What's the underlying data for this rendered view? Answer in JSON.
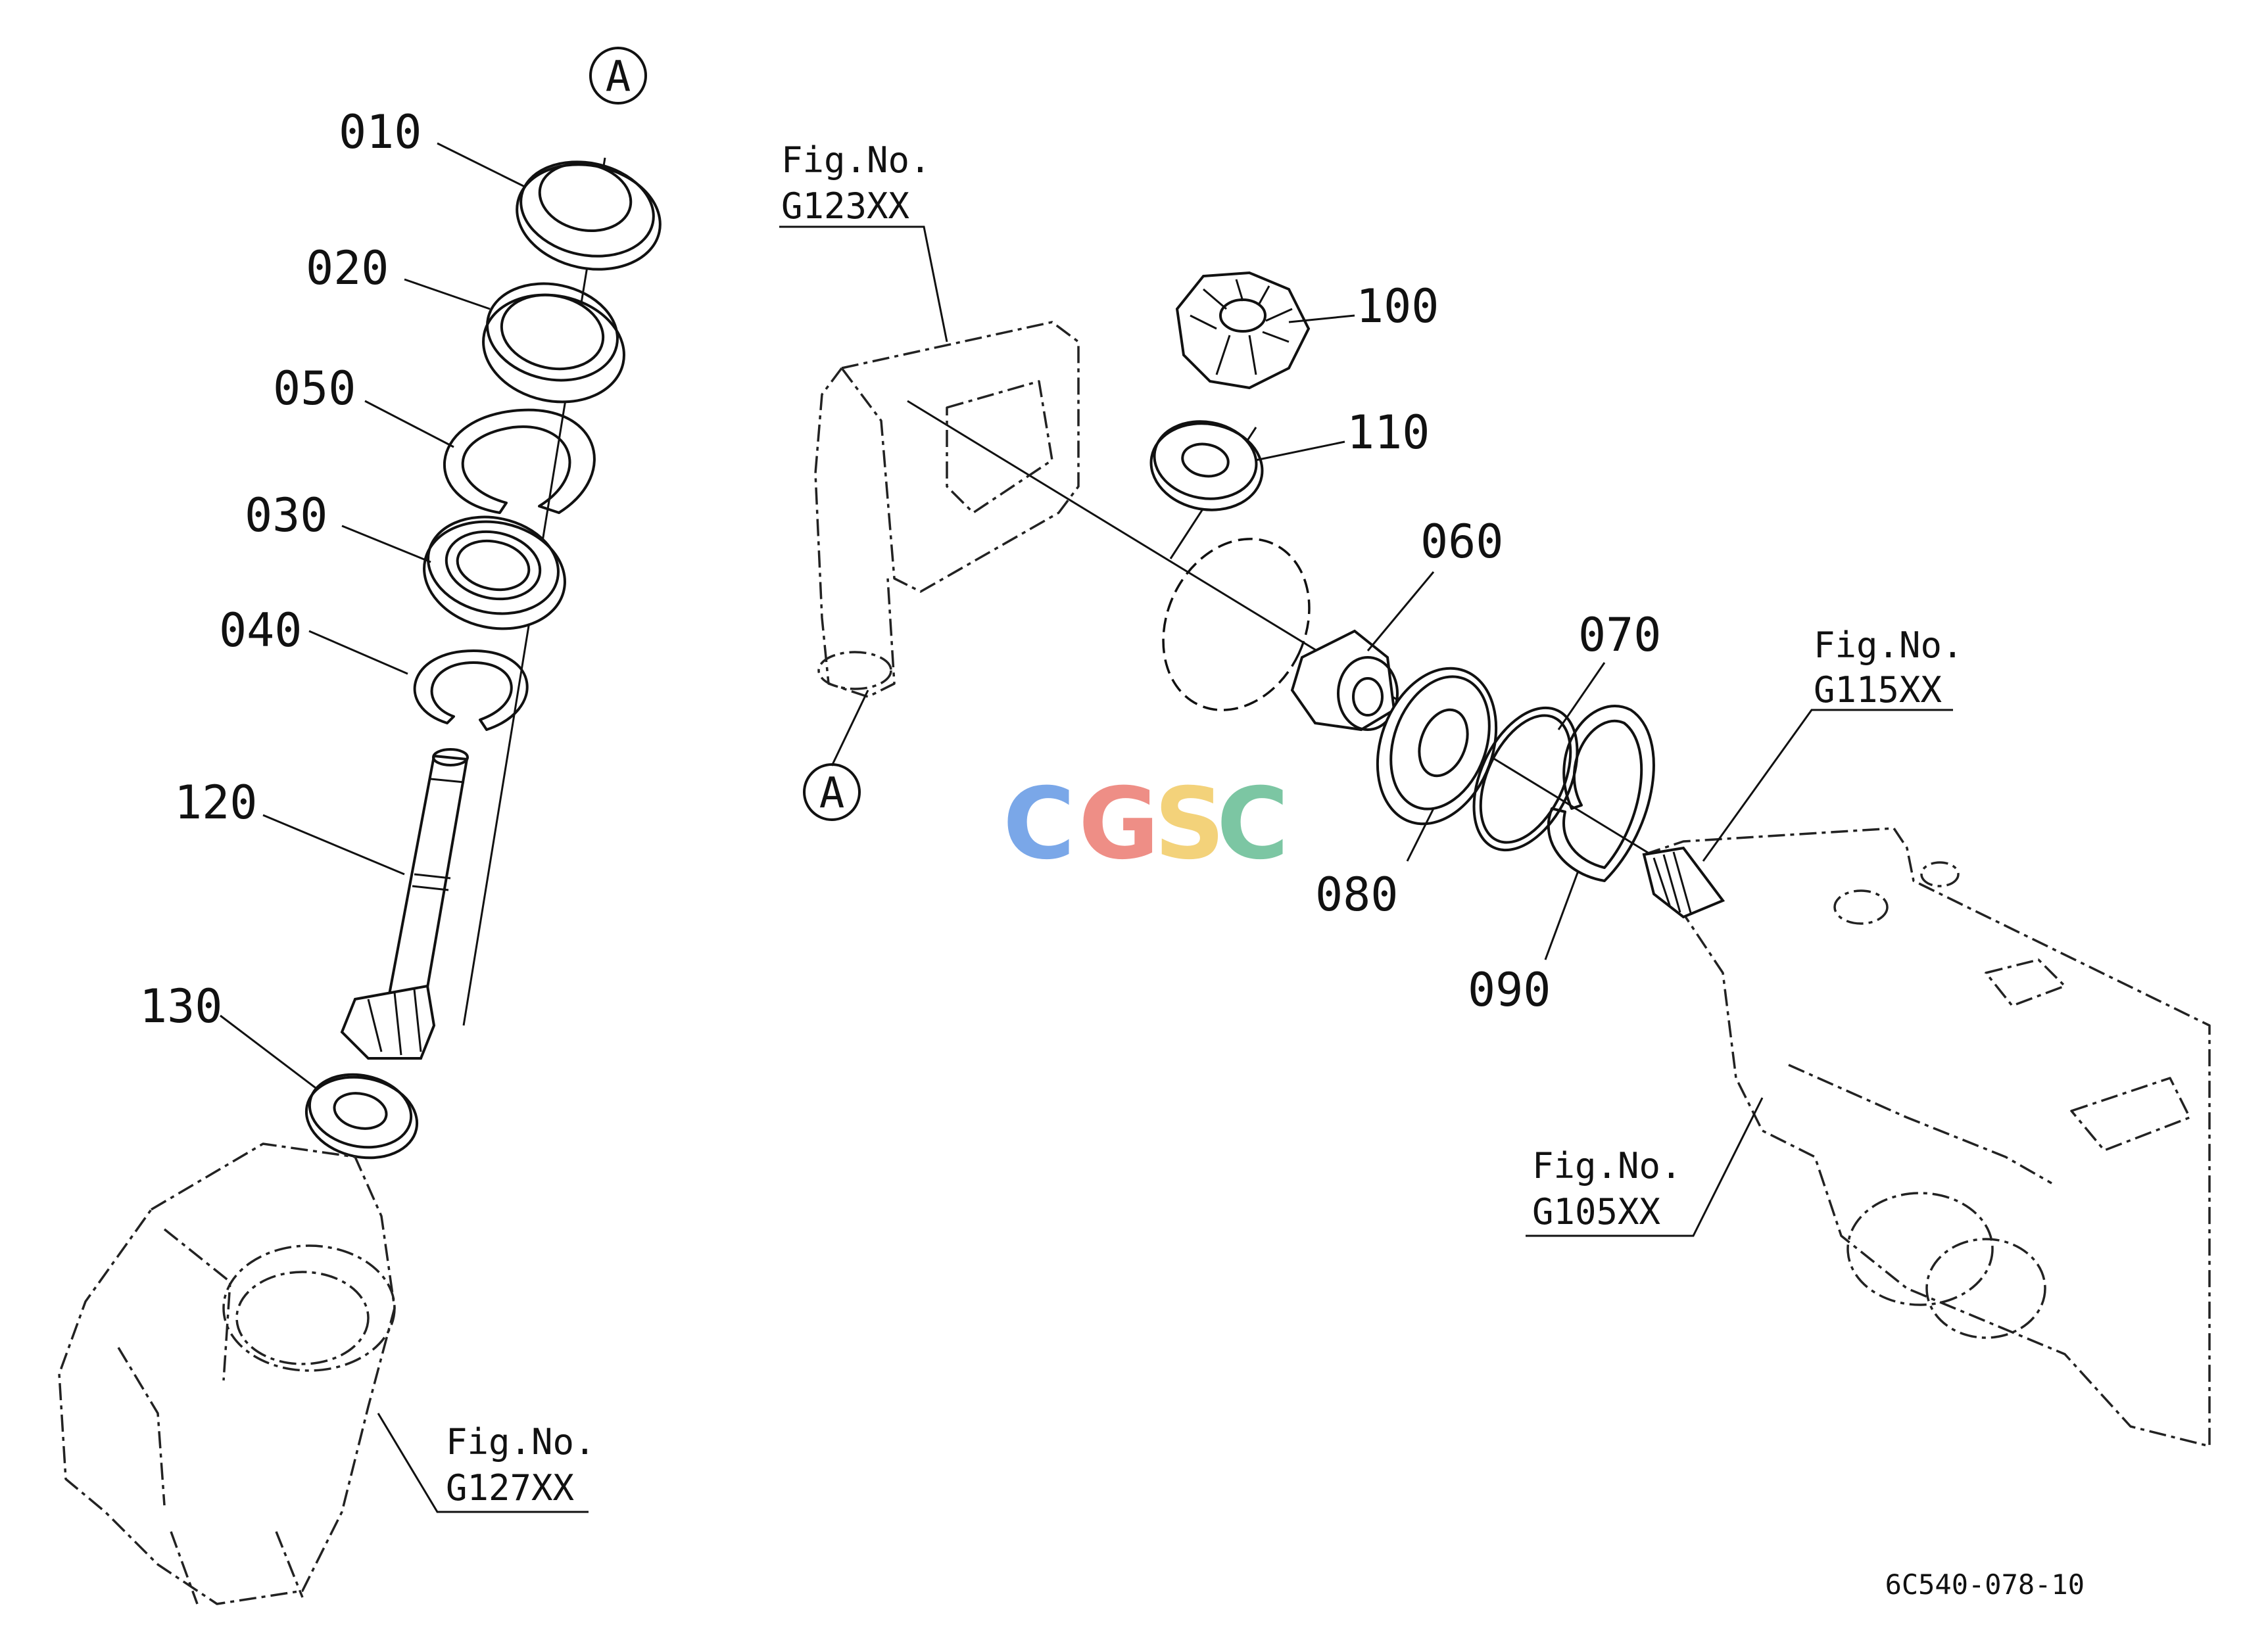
{
  "parts": [
    {
      "id": "010",
      "label": "010"
    },
    {
      "id": "020",
      "label": "020"
    },
    {
      "id": "030",
      "label": "030"
    },
    {
      "id": "040",
      "label": "040"
    },
    {
      "id": "050",
      "label": "050"
    },
    {
      "id": "060",
      "label": "060"
    },
    {
      "id": "070",
      "label": "070"
    },
    {
      "id": "080",
      "label": "080"
    },
    {
      "id": "090",
      "label": "090"
    },
    {
      "id": "100",
      "label": "100"
    },
    {
      "id": "110",
      "label": "110"
    },
    {
      "id": "120",
      "label": "120"
    },
    {
      "id": "130",
      "label": "130"
    }
  ],
  "figure_refs": [
    {
      "line1": "Fig.No.",
      "line2": "G123XX"
    },
    {
      "line1": "Fig.No.",
      "line2": "G115XX"
    },
    {
      "line1": "Fig.No.",
      "line2": "G105XX"
    },
    {
      "line1": "Fig.No.",
      "line2": "G127XX"
    }
  ],
  "callouts": {
    "a_top": "A",
    "a_mid": "A"
  },
  "watermark": {
    "letters": [
      "C",
      "G",
      "S",
      "C"
    ],
    "colors": [
      "#7aa7e8",
      "#ee8e86",
      "#f3d27a",
      "#7cc6a3"
    ]
  },
  "drawing_code": "6C540-078-10"
}
